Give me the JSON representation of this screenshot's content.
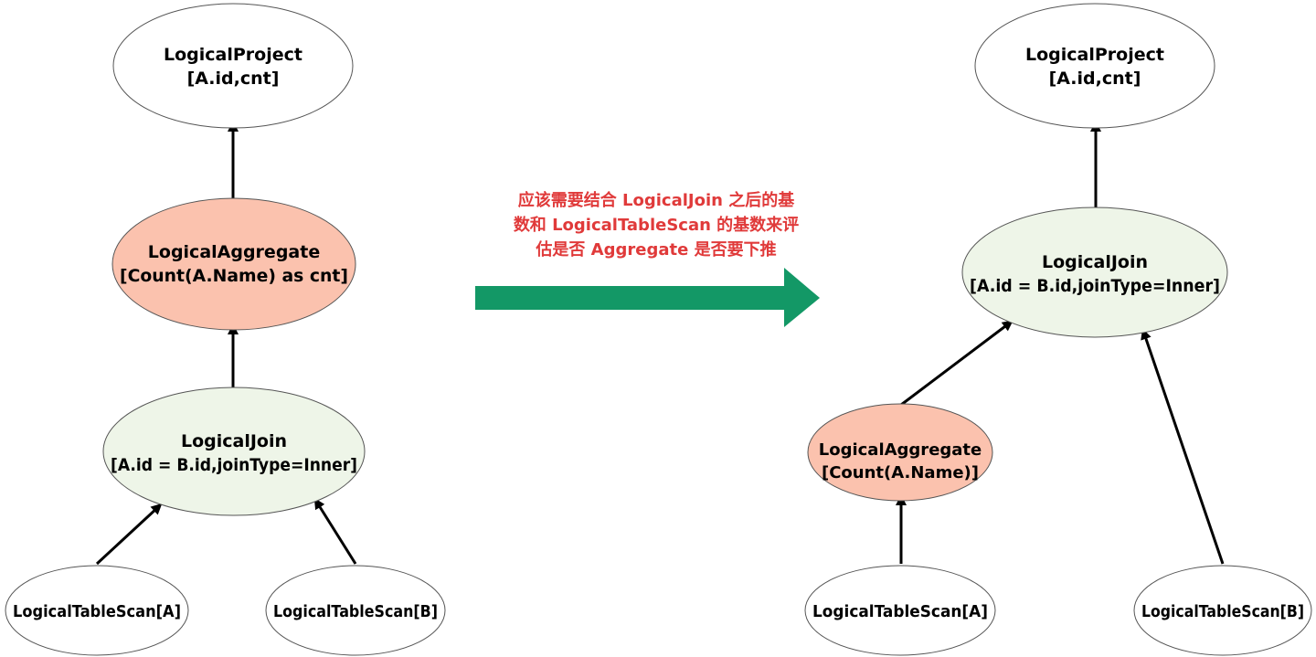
{
  "colors": {
    "node_default": "#ffffff",
    "node_aggregate": "#fbc2ae",
    "node_join": "#eef5e8",
    "stroke": "#555555",
    "arrow": "#000000",
    "annotation": "#e03a3a",
    "big_arrow": "#139866"
  },
  "left_tree": {
    "project": {
      "line1": "LogicalProject",
      "line2": "[A.id,cnt]"
    },
    "aggregate": {
      "line1": "LogicalAggregate",
      "line2": "[Count(A.Name) as cnt]"
    },
    "join": {
      "line1": "LogicalJoin",
      "line2": "[A.id = B.id,joinType=Inner]"
    },
    "scan_a": {
      "line1": "LogicalTableScan[A]"
    },
    "scan_b": {
      "line1": "LogicalTableScan[B]"
    }
  },
  "right_tree": {
    "project": {
      "line1": "LogicalProject",
      "line2": "[A.id,cnt]"
    },
    "join": {
      "line1": "LogicalJoin",
      "line2": "[A.id = B.id,joinType=Inner]"
    },
    "aggregate": {
      "line1": "LogicalAggregate",
      "line2": "[Count(A.Name)]"
    },
    "scan_a": {
      "line1": "LogicalTableScan[A]"
    },
    "scan_b": {
      "line1": "LogicalTableScan[B]"
    }
  },
  "annotation": {
    "lines": [
      "应该需要结合 LogicalJoin 之后的基",
      "数和 LogicalTableScan 的基数来评",
      "估是否 Aggregate 是否要下推"
    ]
  }
}
